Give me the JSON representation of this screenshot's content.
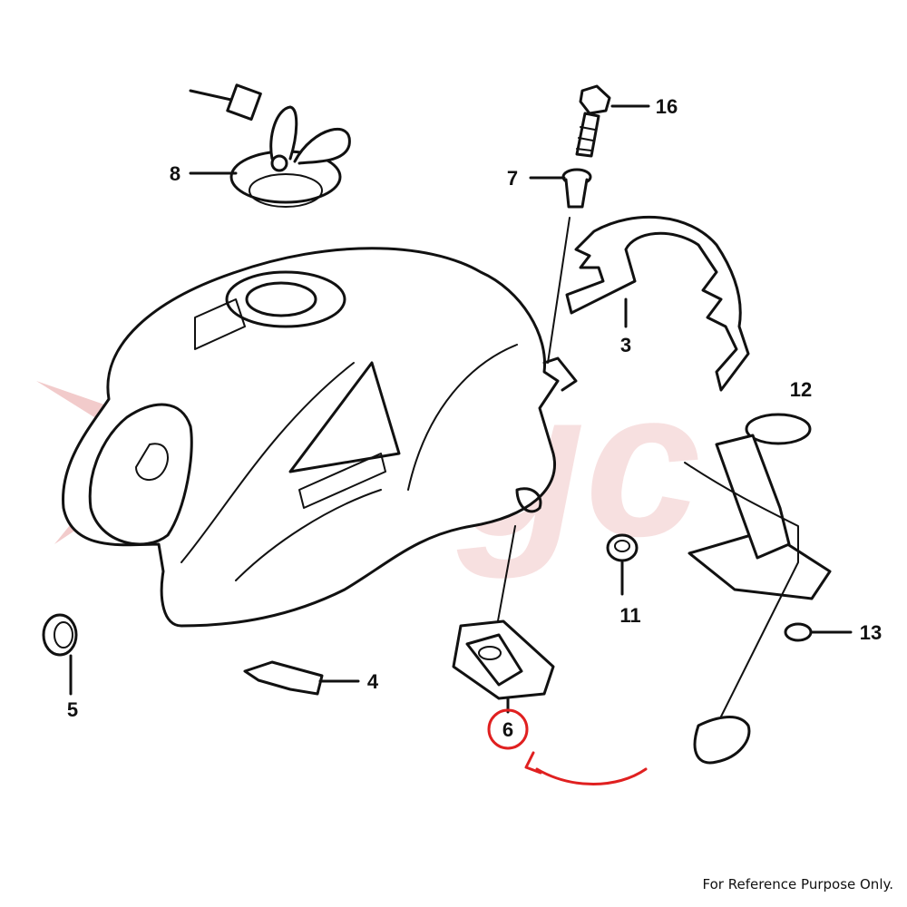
{
  "diagram": {
    "watermark_text": "mgc",
    "callouts": [
      {
        "id": "8",
        "label": "8"
      },
      {
        "id": "16",
        "label": "16"
      },
      {
        "id": "7",
        "label": "7"
      },
      {
        "id": "3",
        "label": "3"
      },
      {
        "id": "12",
        "label": "12"
      },
      {
        "id": "11",
        "label": "11"
      },
      {
        "id": "13",
        "label": "13"
      },
      {
        "id": "5",
        "label": "5"
      },
      {
        "id": "4",
        "label": "4"
      },
      {
        "id": "6",
        "label": "6"
      }
    ],
    "highlighted_part": "6",
    "highlight_color": "#e02020",
    "watermark_color": "#e8a0a0",
    "footer_note": "For Reference Purpose Only."
  }
}
